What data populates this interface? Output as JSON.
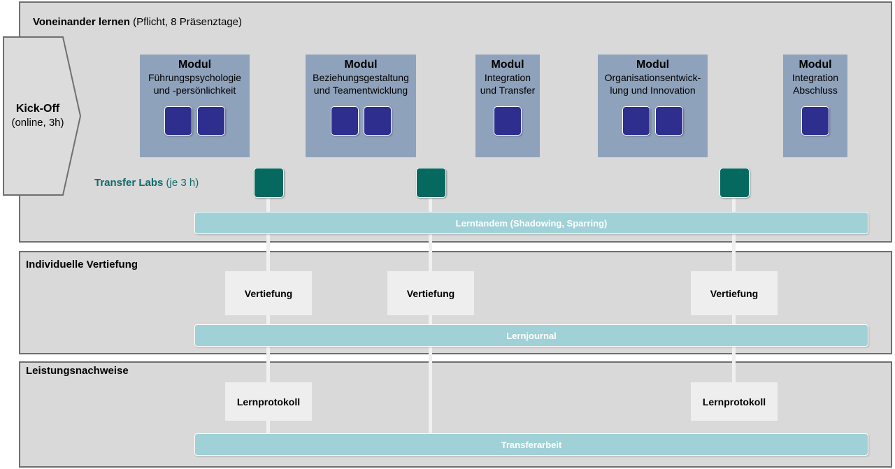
{
  "panels": {
    "learn": {
      "title_bold": "Voneinander lernen",
      "title_rest": " (Pflicht, 8 Präsenztage)"
    },
    "deep": {
      "title": "Individuelle Vertiefung"
    },
    "perf": {
      "title": "Leistungsnachweise"
    }
  },
  "kickoff": {
    "title": "Kick-Off",
    "subtitle": "(online, 3h)"
  },
  "modules": [
    {
      "title": "Modul",
      "subtitle": "Führungspsychologie\nund -persönlichkeit",
      "days": 2
    },
    {
      "title": "Modul",
      "subtitle": "Beziehungsgestaltung\nund Teamentwicklung",
      "days": 2
    },
    {
      "title": "Modul",
      "subtitle": "Integration\nund Transfer",
      "days": 1
    },
    {
      "title": "Modul",
      "subtitle": "Organisationsentwick-\nlung und Innovation",
      "days": 2
    },
    {
      "title": "Modul",
      "subtitle": "Integration\nAbschluss",
      "days": 1
    }
  ],
  "transfer_labs": {
    "label_bold": "Transfer Labs",
    "label_rest": " (je 3 h)",
    "count": 3
  },
  "bars": {
    "tandem": "Lerntandem (Shadowing, Sparring)",
    "journal": "Lernjournal",
    "transfer": "Transferarbeit"
  },
  "vertiefung": [
    "Vertiefung",
    "Vertiefung",
    "Vertiefung"
  ],
  "lernprotokoll": [
    "Lernprotokoll",
    "Lernprotokoll"
  ],
  "colors": {
    "panel_bg": "#d9d9d9",
    "module_bg": "#8fa2bb",
    "day_square": "#2e2e8f",
    "lab_square": "#05695f",
    "bar_bg": "#9fd1d6",
    "lab_label": "#0f6b6b"
  }
}
